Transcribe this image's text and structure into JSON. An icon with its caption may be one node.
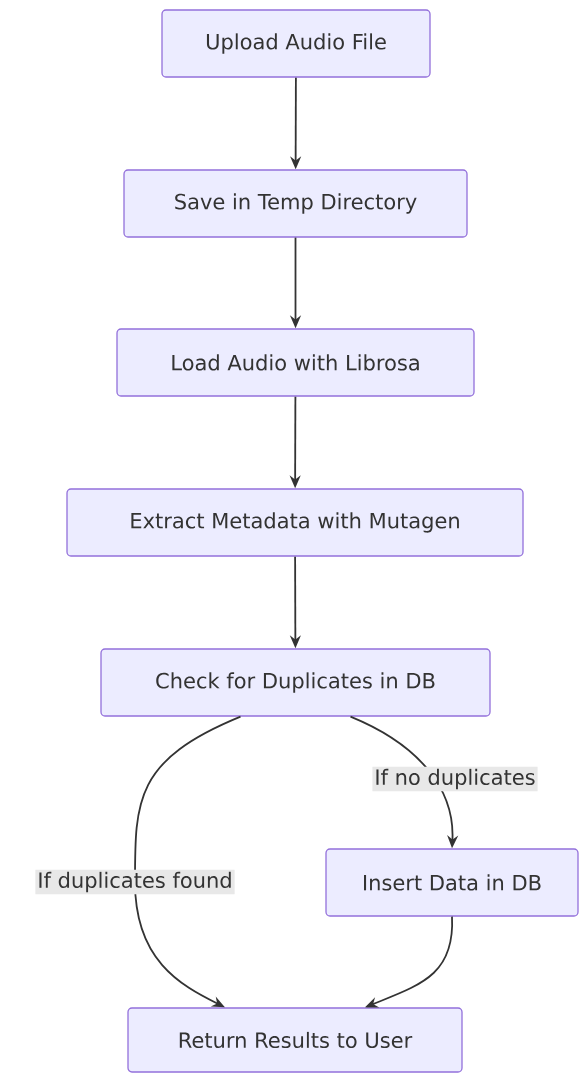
{
  "diagram": {
    "nodes": [
      {
        "text": [
          "Upload Audio File"
        ]
      },
      {
        "text": [
          "Save in Temp Directory"
        ]
      },
      {
        "text": [
          "Load Audio with Librosa"
        ]
      },
      {
        "text": [
          "Extract Metadata with Mutagen"
        ]
      },
      {
        "text": [
          "Check for Duplicates in DB"
        ]
      },
      {
        "text": [
          "Insert Data in DB"
        ]
      },
      {
        "text": [
          "Return Results to User"
        ]
      }
    ],
    "edges": [
      {
        "from": 0,
        "to": 1,
        "arrow": "to"
      },
      {
        "from": 1,
        "to": 2,
        "arrow": "to"
      },
      {
        "from": 2,
        "to": 3,
        "arrow": "to"
      },
      {
        "from": 3,
        "to": 4,
        "arrow": "to"
      },
      {
        "from": 4,
        "to": 6,
        "arrow": "to",
        "label": "If duplicates found"
      },
      {
        "from": 4,
        "to": 5,
        "arrow": "to",
        "label": "If no duplicates"
      },
      {
        "from": 5,
        "to": 6,
        "arrow": "to"
      }
    ]
  }
}
